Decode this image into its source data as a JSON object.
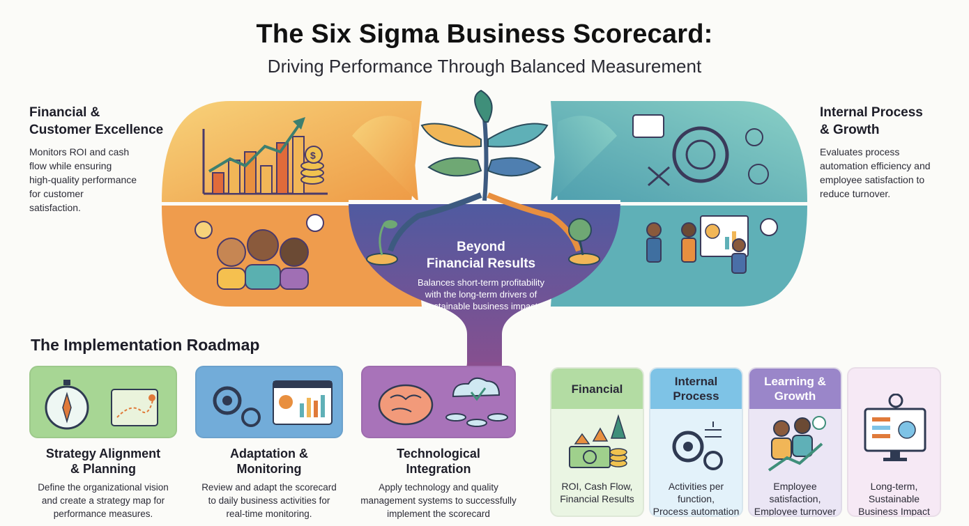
{
  "header": {
    "title": "The Six Sigma Business Scorecard:",
    "subtitle": "Driving Performance Through Balanced Measurement"
  },
  "left_panel": {
    "title_line1": "Financial &",
    "title_line2": "Customer Excellence",
    "desc_line1": "Monitors ROI and cash",
    "desc_line2": "flow while ensuring",
    "desc_line3": "high-quality performance",
    "desc_line4": "for customer",
    "desc_line5": "satisfaction."
  },
  "right_panel": {
    "title_line1": "Internal Process",
    "title_line2": "& Growth",
    "desc_line1": "Evaluates process",
    "desc_line2": "automation efficiency and",
    "desc_line3": "employee satisfaction to",
    "desc_line4": "reduce turnover."
  },
  "center": {
    "heading_line1": "Beyond",
    "heading_line2": "Financial Results",
    "desc_line1": "Balances short-term profitability",
    "desc_line2": "with the long-term drivers of",
    "desc_line3": "sustainable business impact"
  },
  "roadmap": {
    "title": "The Implementation Roadmap",
    "steps": [
      {
        "title_line1": "Strategy Alignment",
        "title_line2": "& Planning",
        "desc_line1": "Define the organizational vision",
        "desc_line2": "and create a strategy map for",
        "desc_line3": "performance measures.",
        "color": "#9fd08c"
      },
      {
        "title_line1": "Adaptation &",
        "title_line2": "Monitoring",
        "desc_line1": "Review and adapt the scorecard",
        "desc_line2": "to daily business activities for",
        "desc_line3": "real-time monitoring.",
        "color": "#6aa6d6"
      },
      {
        "title_line1": "Technological",
        "title_line2": "Integration",
        "desc_line1": "Apply technology and quality",
        "desc_line2": "management systems to successfully",
        "desc_line3": "implement the scorecard",
        "color": "#a874b8"
      }
    ]
  },
  "scorecard": [
    {
      "head_line1": "Financial",
      "head_line2": "",
      "text_line1": "ROI, Cash Flow,",
      "text_line2": "Financial Results",
      "text_line3": "",
      "head_color": "#b3dca3",
      "body_color": "#eaf5e3"
    },
    {
      "head_line1": "Internal",
      "head_line2": "Process",
      "text_line1": "Activities per",
      "text_line2": "function,",
      "text_line3": "Process automation",
      "head_color": "#7ec3e6",
      "body_color": "#e3f2fa"
    },
    {
      "head_line1": "Learning &",
      "head_line2": "Growth",
      "text_line1": "Employee",
      "text_line2": "satisfaction,",
      "text_line3": "Employee turnover",
      "head_color": "#9a86c9",
      "body_color": "#ebe6f5"
    },
    {
      "head_line1": "",
      "head_line2": "",
      "text_line1": "Long-term,",
      "text_line2": "Sustainable",
      "text_line3": "Business Impact",
      "head_color": "#e3c3e3",
      "body_color": "#f6e9f5"
    }
  ],
  "colors": {
    "orange": "#f1b657",
    "orange_dark": "#e88f3f",
    "teal": "#6fc0bd",
    "teal_dark": "#4f9fae",
    "purple": "#5b4f92",
    "plum": "#8a4f8e"
  }
}
